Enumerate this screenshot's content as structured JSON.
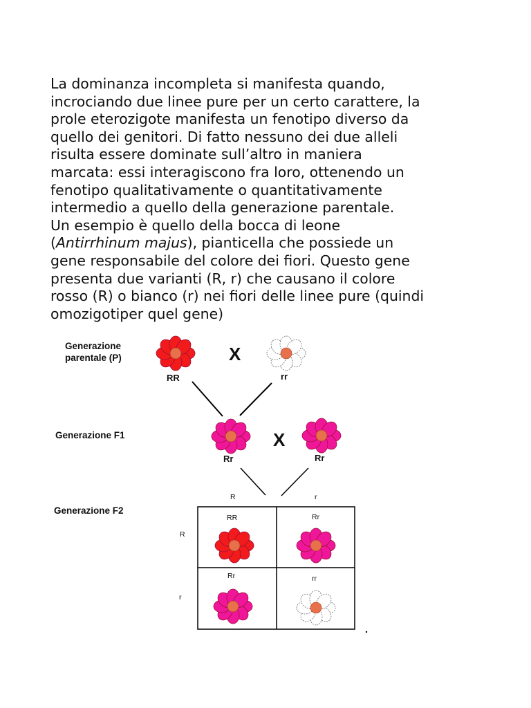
{
  "document": {
    "paragraph": {
      "line1": "La dominanza incompleta si manifesta quando,",
      "line2": "incrociando due linee pure per un certo carattere, la",
      "line3": "prole eterozigote manifesta un fenotipo diverso da",
      "line4": "quello dei genitori. Di fatto nessuno dei due alleli",
      "line5": "risulta essere dominate sull’altro in maniera",
      "line6": "marcata: essi interagiscono fra loro, ottenendo un",
      "line7": "fenotipo qualitativamente o quantitativamente",
      "line8": "intermedio a quello della generazione parentale.",
      "line9": "Un esempio è quello della bocca di leone",
      "line10_open": "(",
      "line10_italic": "Antirrhinum majus",
      "line10_rest": "), pianticella che possiede un",
      "line11": "gene responsabile del colore dei fiori. Questo gene",
      "line12": "presenta due varianti (R, r) che causano il colore",
      "line13": "rosso (R) o bianco (r) nei fiori delle linee pure (quindi",
      "line14": "omozigotiper quel gene)"
    }
  },
  "diagram": {
    "colors": {
      "red": "#f21a1a",
      "pink": "#f0169a",
      "white": "#ffffff",
      "center": "#e8704a",
      "line": "#000000"
    },
    "labels": {
      "parental_line1": "Generazione",
      "parental_line2": "parentale (P)",
      "f1": "Generazione F1",
      "f2": "Generazione F2",
      "cross_symbol": "X"
    },
    "genotypes": {
      "parent_left": "RR",
      "parent_right": "rr",
      "f1_left": "Rr",
      "f1_right": "Rr"
    },
    "punnett": {
      "col_headers": [
        "R",
        "r"
      ],
      "row_headers": [
        "R",
        "r"
      ],
      "cells": [
        {
          "genotype": "RR",
          "color": "red"
        },
        {
          "genotype": "Rr",
          "color": "pink"
        },
        {
          "genotype": "Rr",
          "color": "pink"
        },
        {
          "genotype": "rr",
          "color": "white"
        }
      ]
    }
  }
}
